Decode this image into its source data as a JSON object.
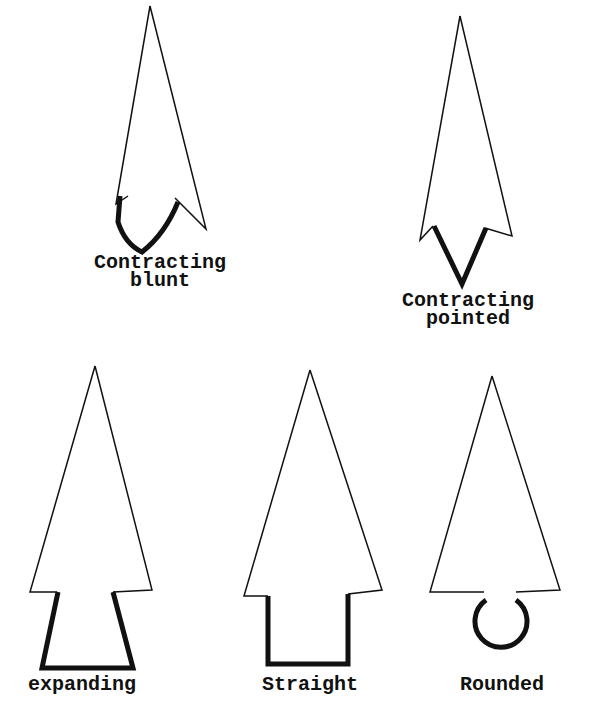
{
  "diagram": {
    "labels": [
      "Contracting blunt",
      "Contracting pointed",
      "expanding",
      "Straight",
      "Rounded"
    ]
  }
}
